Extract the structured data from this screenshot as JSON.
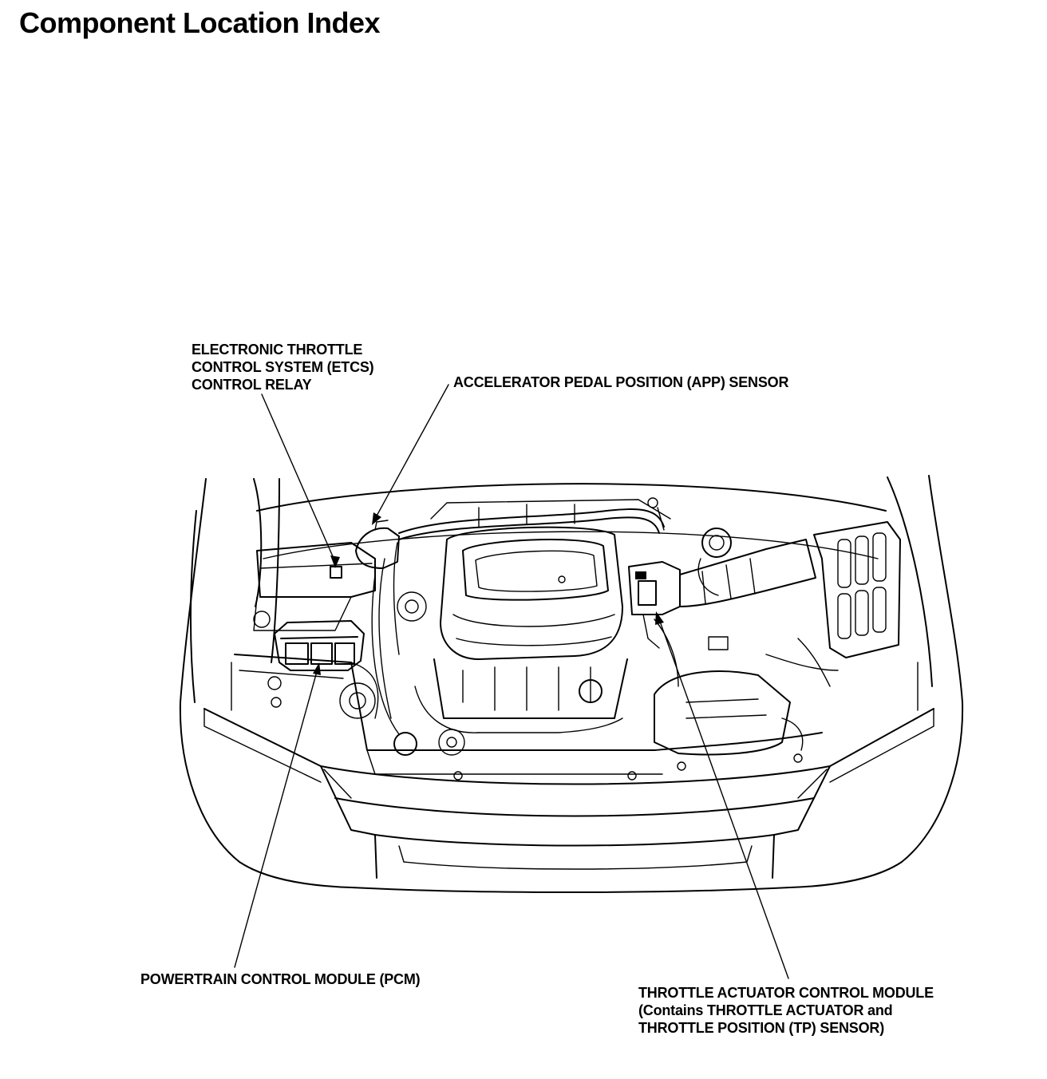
{
  "page": {
    "title": "Component Location Index"
  },
  "callouts": {
    "etcs_relay": [
      "ELECTRONIC THROTTLE",
      "CONTROL SYSTEM (ETCS)",
      "CONTROL RELAY"
    ],
    "app_sensor": [
      "ACCELERATOR PEDAL POSITION (APP) SENSOR"
    ],
    "pcm": [
      "POWERTRAIN CONTROL MODULE (PCM)"
    ],
    "throttle_module": [
      "THROTTLE ACTUATOR CONTROL MODULE",
      "(Contains THROTTLE ACTUATOR and",
      "THROTTLE POSITION (TP) SENSOR)"
    ]
  }
}
